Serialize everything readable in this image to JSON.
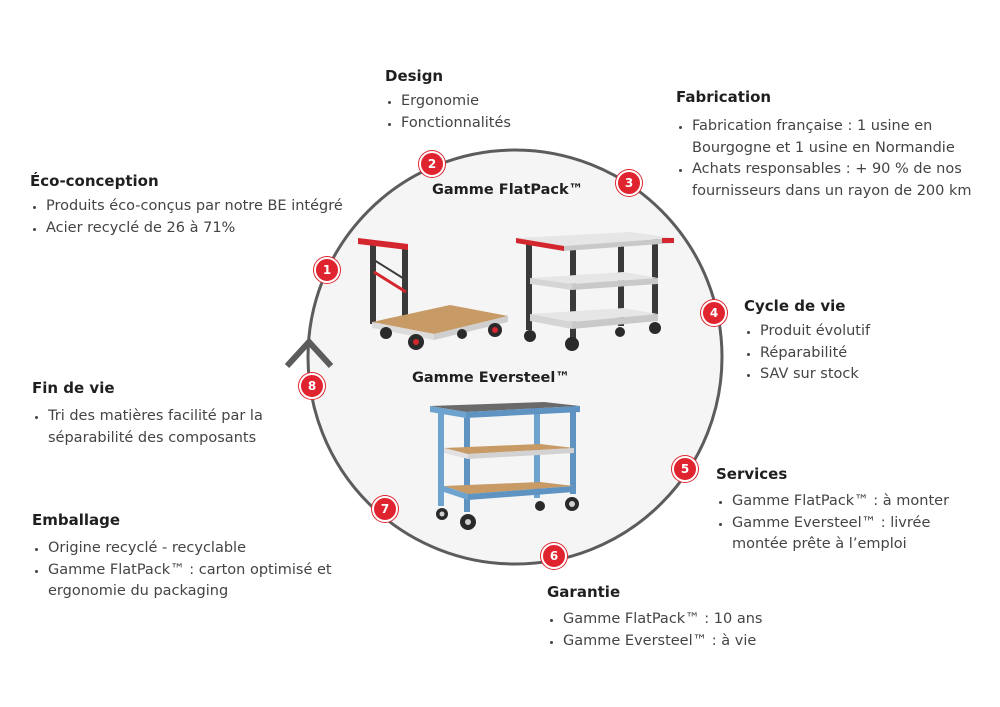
{
  "colors": {
    "accent": "#e0242f",
    "circle_stroke": "#5c5c5c",
    "circle_fill": "#f4f5f4",
    "eversteel_blue": "#6fa3cf",
    "wood": "#c79a66",
    "steel_grey": "#e3e3e3"
  },
  "icons": {
    "arrow": "chevron-up-icon",
    "flatpack_cart": "platform-trolley-icon",
    "flatpack_shelf": "three-shelf-cart-icon",
    "eversteel_cart": "blue-shelf-cart-icon"
  },
  "ranges": {
    "flatpack": "Gamme FlatPack™",
    "eversteel": "Gamme Eversteel™"
  },
  "steps": [
    {
      "num": "1",
      "title": "Éco-conception",
      "items": [
        "Produits éco-conçus par notre BE intégré",
        "Acier recyclé de 26 à 71%"
      ]
    },
    {
      "num": "2",
      "title": "Design",
      "items": [
        "Ergonomie",
        "Fonctionnalités"
      ]
    },
    {
      "num": "3",
      "title": "Fabrication",
      "items": [
        "Fabrication française : 1 usine en Bourgogne et 1 usine en Normandie",
        "Achats responsables : + 90 % de nos fournisseurs dans un rayon de 200 km"
      ]
    },
    {
      "num": "4",
      "title": "Cycle de vie",
      "items": [
        "Produit évolutif",
        "Réparabilité",
        "SAV sur stock"
      ]
    },
    {
      "num": "5",
      "title": "Services",
      "items": [
        "Gamme FlatPack™ : à monter",
        "Gamme Eversteel™ : livrée montée prête à l’emploi"
      ]
    },
    {
      "num": "6",
      "title": "Garantie",
      "items": [
        "Gamme FlatPack™ : 10 ans",
        "Gamme Eversteel™ : à vie"
      ]
    },
    {
      "num": "7",
      "title": "Emballage",
      "items": [
        "Origine recyclé - recyclable",
        "Gamme FlatPack™ : carton optimisé et ergonomie du packaging"
      ]
    },
    {
      "num": "8",
      "title": "Fin de vie",
      "items": [
        "Tri des matières facilité par la séparabilité des composants"
      ]
    }
  ]
}
